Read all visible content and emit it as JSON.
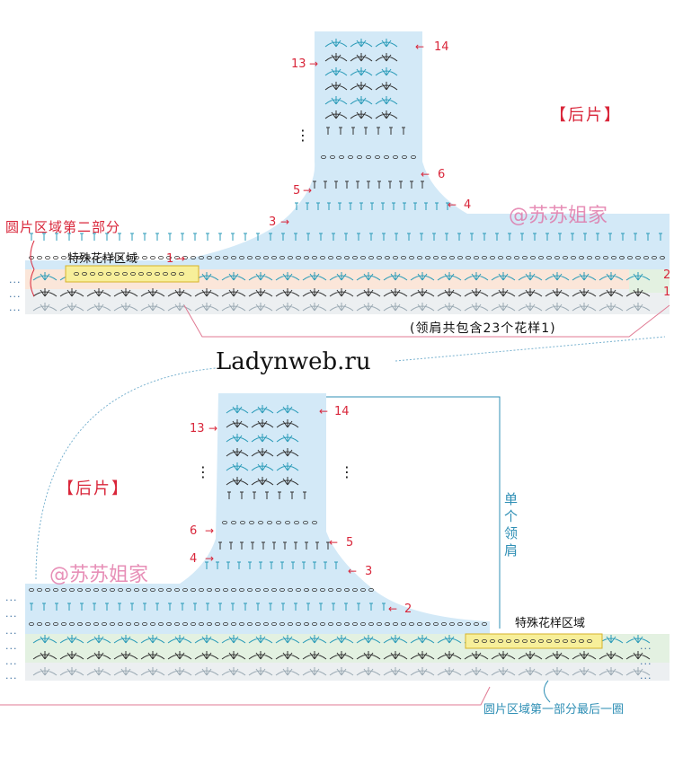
{
  "top": {
    "title": "【后片】",
    "watermark": "@苏苏姐家",
    "region_label": "圆片区域第二部分",
    "special_label": "特殊花样区域",
    "shoulder_note": "(领肩共包含23个花样1)",
    "row_labels": [
      "14",
      "13",
      "6",
      "5",
      "4",
      "3",
      "1",
      "2",
      "1"
    ],
    "ellipsis": "...",
    "vdots": "⋮"
  },
  "site": "Ladynweb.ru",
  "bottom": {
    "title": "【后片】",
    "watermark": "@苏苏姐家",
    "special_label": "特殊花样区域",
    "side_label": "单个领肩",
    "region_label": "圆片区域第一部分最后一圈",
    "row_labels": [
      "14",
      "13",
      "6",
      "5",
      "4",
      "3",
      "2"
    ],
    "ellipsis": "...",
    "vdots": "⋮"
  },
  "colors": {
    "panel_blue": "#d3e9f7",
    "band_peach": "#fbe6d9",
    "band_green": "#e3f1e1",
    "band_grey": "#eceff1",
    "highlight_yellow": "#f7ef9a",
    "label_red": "#d9263a",
    "label_blue": "#1f6fb8",
    "watermark_pink": "#e06aa0"
  }
}
